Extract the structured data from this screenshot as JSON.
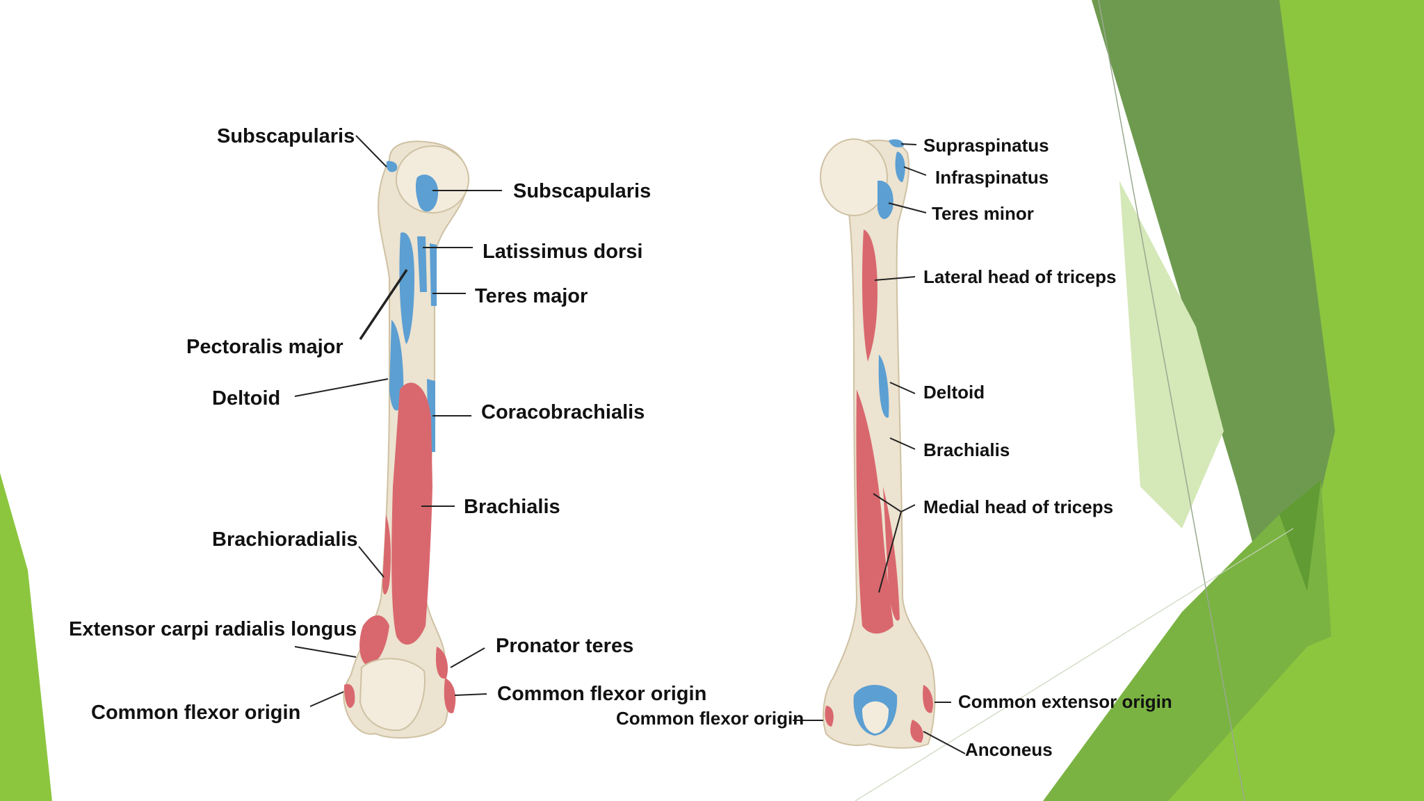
{
  "colors": {
    "bone": "#ece3d0",
    "bone_shade": "#d9ccb2",
    "muscle_origin_red": "#d9686e",
    "muscle_insertion_blue": "#5c9fd2",
    "green_dark": "#6e9a4f",
    "green_mid": "#7ab342",
    "green_light": "#8cc63f",
    "green_pale": "#d5e8b8"
  },
  "anterior_labels": {
    "subscapularis_left": "Subscapularis",
    "subscapularis_right": "Subscapularis",
    "latissimus_dorsi": "Latissimus dorsi",
    "teres_major": "Teres major",
    "pectoralis_major": "Pectoralis major",
    "deltoid": "Deltoid",
    "coracobrachialis": "Coracobrachialis",
    "brachialis": "Brachialis",
    "brachioradialis": "Brachioradialis",
    "extensor_carpi_radialis_longus": "Extensor carpi radialis longus",
    "pronator_teres": "Pronator teres",
    "common_flexor_origin_right": "Common flexor origin",
    "common_flexor_origin_left": "Common flexor origin"
  },
  "posterior_labels": {
    "supraspinatus": "Supraspinatus",
    "infraspinatus": "Infraspinatus",
    "teres_minor": "Teres minor",
    "lateral_head_triceps": "Lateral head of triceps",
    "deltoid": "Deltoid",
    "brachialis": "Brachialis",
    "medial_head_triceps": "Medial head of triceps",
    "common_extensor_origin": "Common  extensor origin",
    "common_flexor_origin": "Common flexor origin",
    "anconeus": "Anconeus"
  }
}
